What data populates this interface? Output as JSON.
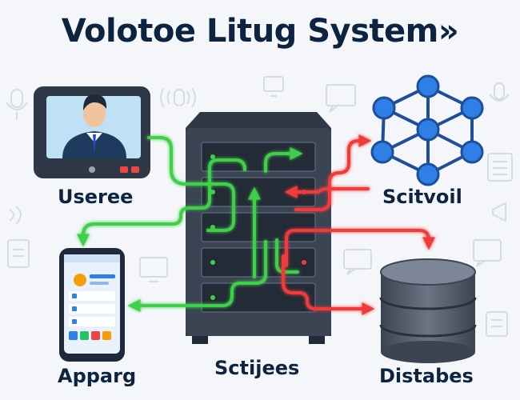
{
  "title": "Volotoe Litug System»",
  "nodes": [
    {
      "id": "user",
      "label": "Useree",
      "icon": "video-call-user-icon"
    },
    {
      "id": "app",
      "label": "Apparg",
      "icon": "smartphone-app-icon"
    },
    {
      "id": "server",
      "label": "Sctijees",
      "icon": "server-rack-icon"
    },
    {
      "id": "network",
      "label": "Scitvoil",
      "icon": "network-graph-icon"
    },
    {
      "id": "database",
      "label": "Distabes",
      "icon": "database-icon"
    }
  ],
  "background_icons": [
    "microphone-icon",
    "sound-wave-icon",
    "monitor-icon",
    "chat-bubble-icon",
    "list-icon",
    "megaphone-icon"
  ],
  "connections": [
    {
      "from": "user",
      "to": "server",
      "color": "green"
    },
    {
      "from": "server",
      "to": "app",
      "color": "green"
    },
    {
      "from": "server",
      "to": "network",
      "color": "red"
    },
    {
      "from": "network",
      "to": "server",
      "color": "red"
    },
    {
      "from": "server",
      "to": "database",
      "color": "red"
    }
  ],
  "colors": {
    "title": "#0c2440",
    "label": "#0c2440",
    "green_flow": "#3fcf4a",
    "red_flow": "#ef3b3b",
    "node_blue": "#2f80e6",
    "server_body": "#2f3846",
    "database_body": "#4b5563"
  }
}
